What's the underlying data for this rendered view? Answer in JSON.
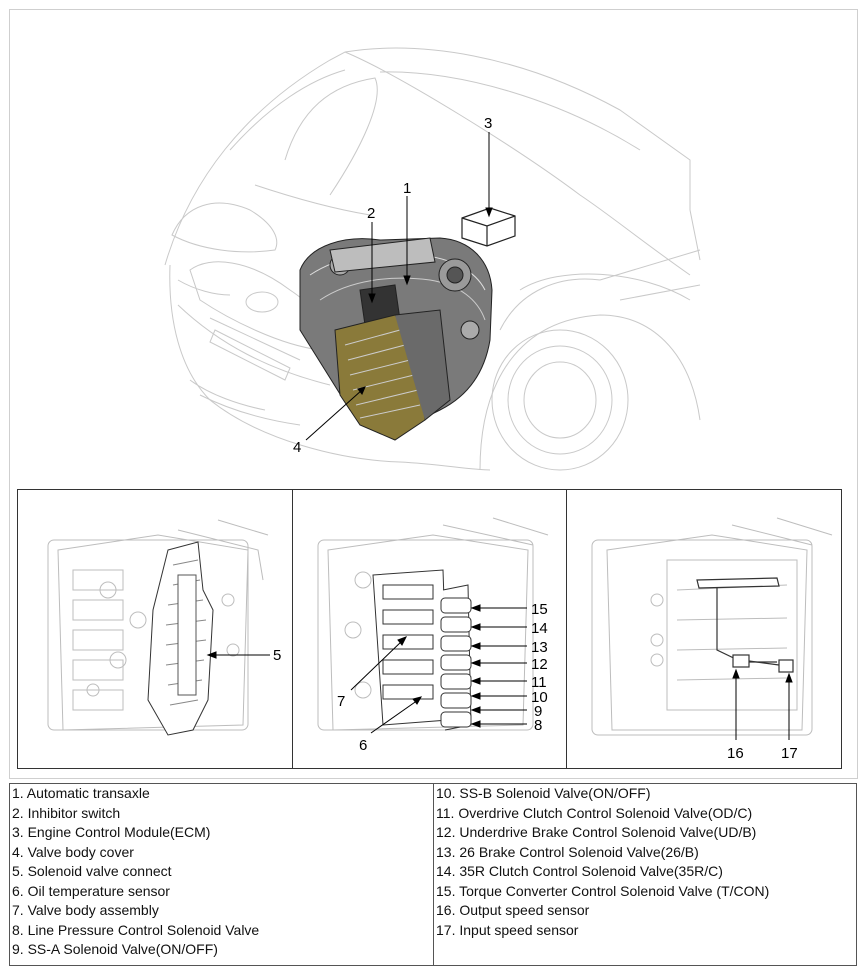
{
  "callouts": {
    "top": [
      "1",
      "2",
      "3",
      "4"
    ],
    "panel1": [
      "5"
    ],
    "panel2": [
      "15",
      "14",
      "13",
      "12",
      "11",
      "10",
      "9",
      "8",
      "7",
      "6"
    ],
    "panel3": [
      "16",
      "17"
    ]
  },
  "legend": {
    "left": [
      "1. Automatic transaxle",
      "2. Inhibitor switch",
      "3. Engine Control Module(ECM)",
      "4. Valve body cover",
      "5. Solenoid valve connect",
      "6. Oil temperature sensor",
      "7. Valve body assembly",
      "8. Line Pressure Control Solenoid Valve",
      "9. SS-A Solenoid Valve(ON/OFF)"
    ],
    "right": [
      "10. SS-B Solenoid Valve(ON/OFF)",
      "11. Overdrive Clutch Control Solenoid Valve(OD/C)",
      "12. Underdrive Brake Control Solenoid Valve(UD/B)",
      "13. 26 Brake Control Solenoid Valve(26/B)",
      "14. 35R Clutch Control Solenoid Valve(35R/C)",
      "15. Torque Converter Control Solenoid Valve (T/CON)",
      "16. Output speed sensor",
      "17. Input speed sensor"
    ]
  }
}
